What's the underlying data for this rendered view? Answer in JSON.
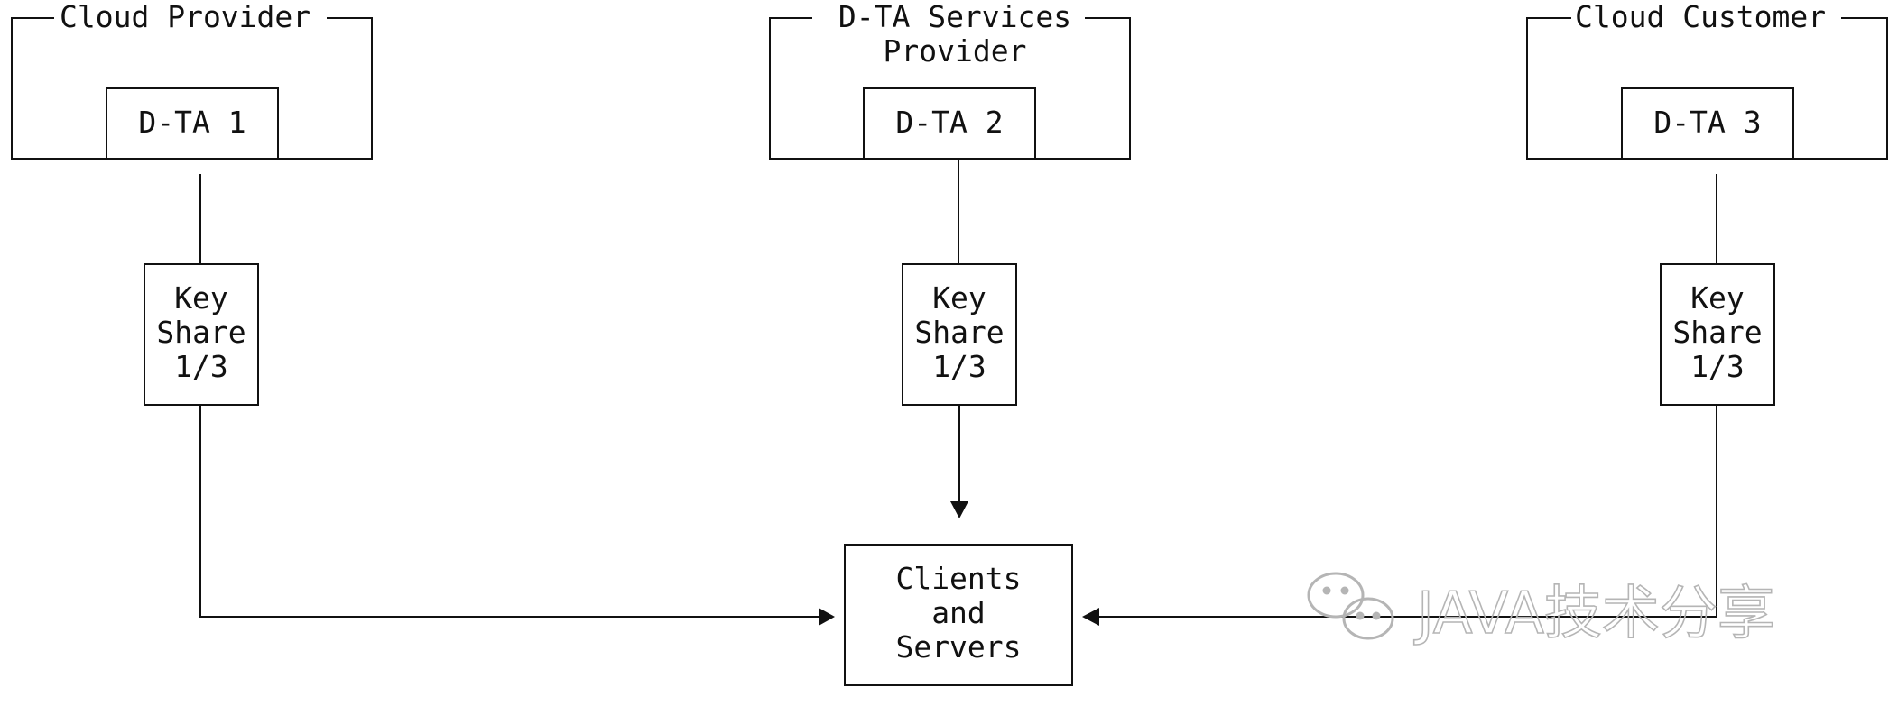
{
  "groups": [
    {
      "title": "Cloud Provider",
      "node": "D-TA 1",
      "share": [
        "Key",
        "Share",
        "1/3"
      ]
    },
    {
      "title_lines": [
        "D-TA Services",
        "Provider"
      ],
      "node": "D-TA 2",
      "share": [
        "Key",
        "Share",
        "1/3"
      ]
    },
    {
      "title": "Cloud Customer",
      "node": "D-TA 3",
      "share": [
        "Key",
        "Share",
        "1/3"
      ]
    }
  ],
  "target": [
    "Clients",
    "and",
    "Servers"
  ],
  "watermark": "JAVA技术分享",
  "watermark_icon": "wechat-icon"
}
